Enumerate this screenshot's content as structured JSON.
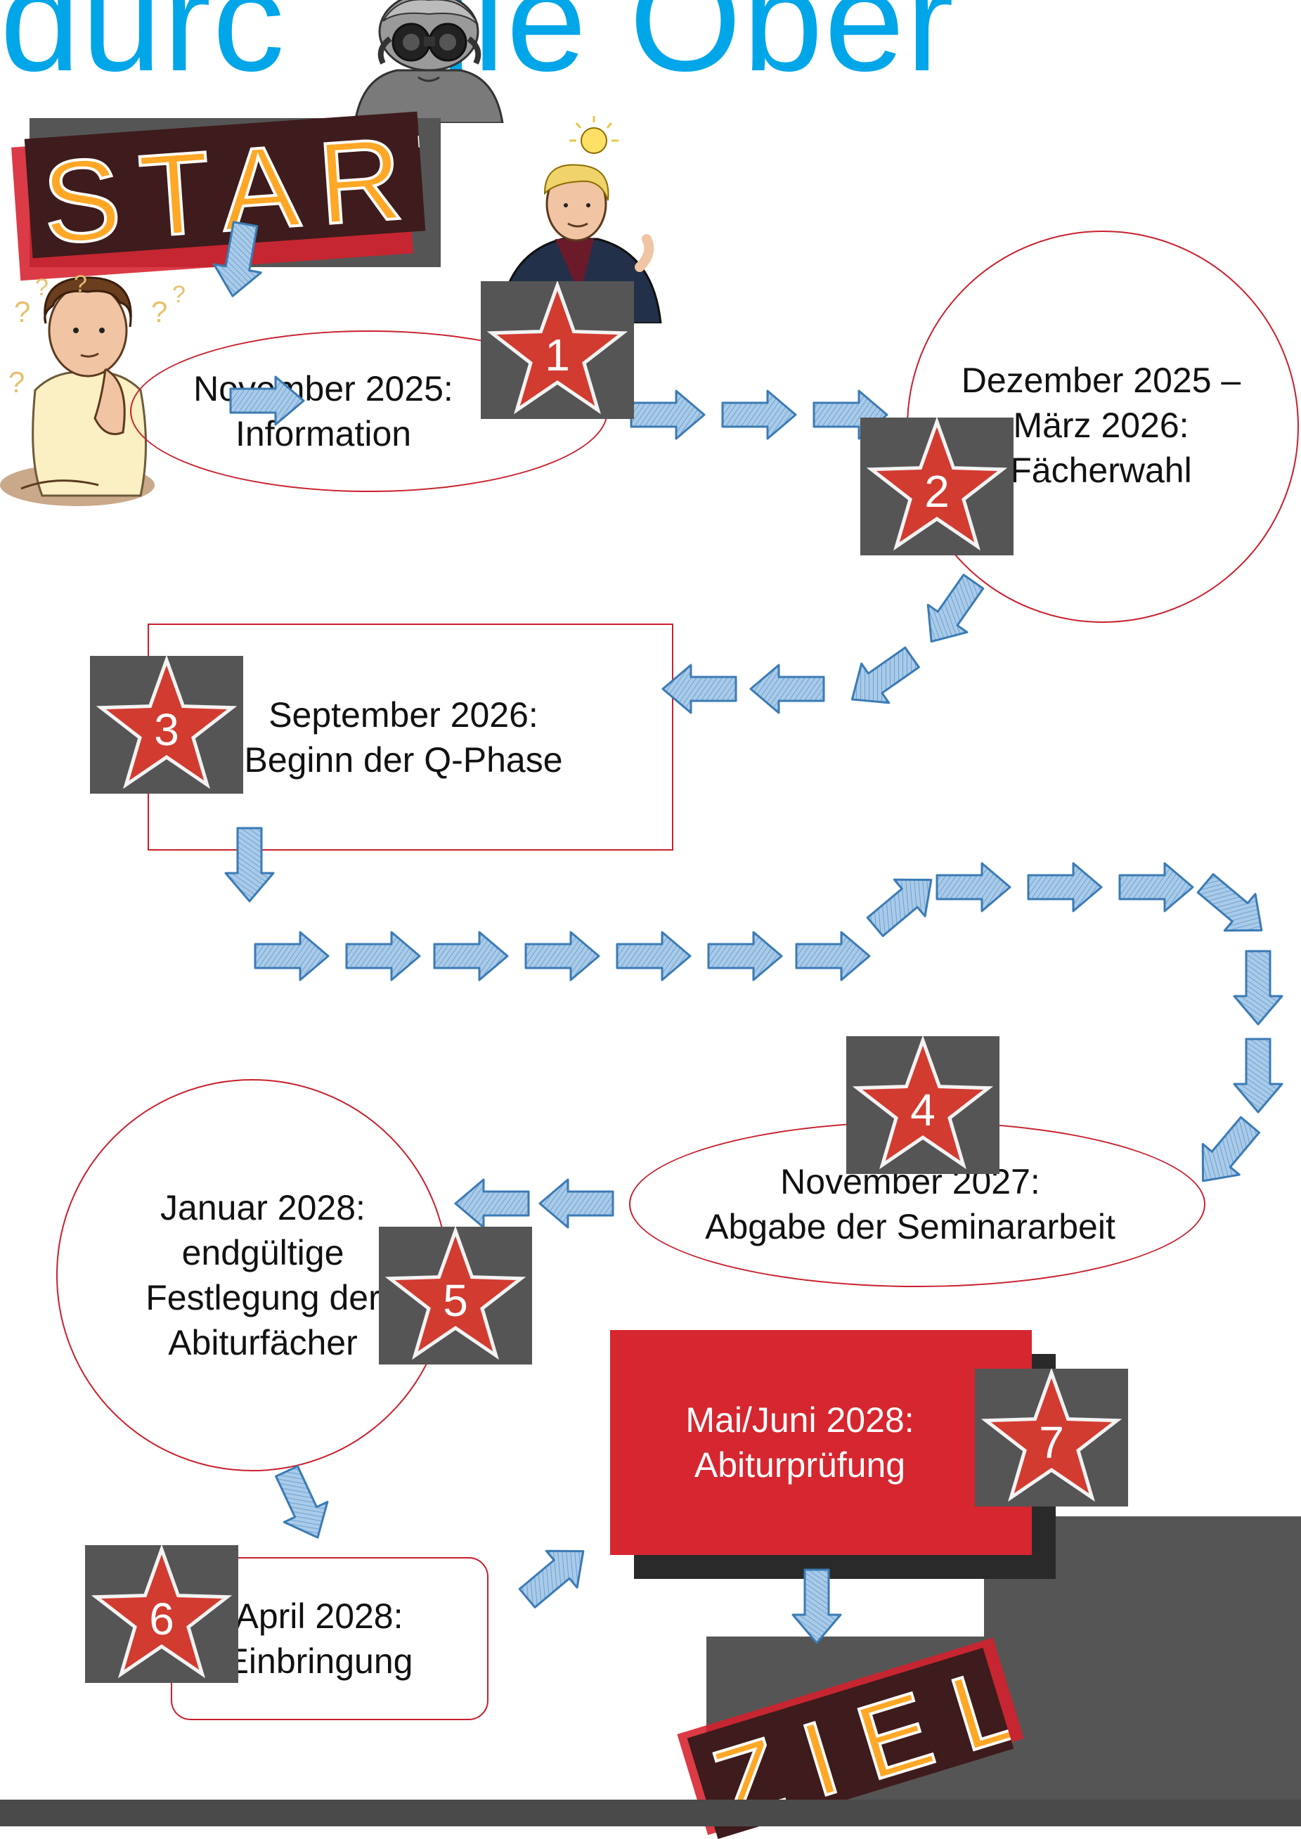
{
  "title_fragments": [
    "durc",
    "die Ober"
  ],
  "start_label": "START",
  "end_label": "ZIEL",
  "stages": [
    {
      "number": "1",
      "lines": [
        "November 2025:",
        "Information"
      ]
    },
    {
      "number": "2",
      "lines": [
        "Dezember 2025 –",
        "März 2026:",
        "Fächerwahl"
      ]
    },
    {
      "number": "3",
      "lines": [
        "September 2026:",
        "Beginn der Q-Phase"
      ]
    },
    {
      "number": "4",
      "lines": [
        "November 2027:",
        "Abgabe der Seminararbeit"
      ]
    },
    {
      "number": "5",
      "lines": [
        "Januar 2028:",
        "endgültige",
        "Festlegung der",
        "Abiturfächer"
      ]
    },
    {
      "number": "6",
      "lines": [
        "April 2028:",
        "Einbringung"
      ]
    },
    {
      "number": "7",
      "lines": [
        "Mai/Juni 2028:",
        "Abiturprüfung"
      ]
    }
  ],
  "decoration_marks": [
    "?",
    "?",
    "?",
    "?",
    "?",
    "?"
  ],
  "colors": {
    "title_blue": "#00a6e8",
    "stage_outline_red": "#c8202c",
    "final_stage_fill": "#d6262f",
    "badge_star_red": "#d23b30",
    "badge_background": "#555555",
    "label_text_orange": "#ffa726",
    "arrow_fill": "#a9cbe8",
    "arrow_outline": "#3b7bb5"
  },
  "icons": [
    "right-arrow-icon",
    "star-badge-icon",
    "binoculars-figure",
    "thinking-figure",
    "idea-figure"
  ]
}
